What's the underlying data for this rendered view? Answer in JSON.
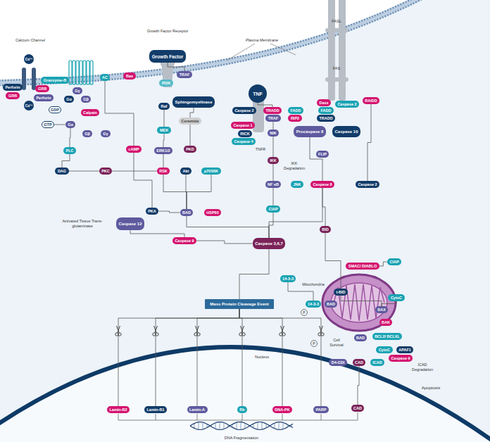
{
  "diagram": {
    "nodes": [
      {
        "text": [
          "Ca²⁺"
        ]
      },
      {
        "text": [
          "Ca²⁺"
        ]
      },
      {
        "text": [
          "Granzyme-B"
        ]
      },
      {
        "text": [
          "GRB"
        ]
      },
      {
        "text": [
          "Perforin"
        ]
      },
      {
        "text": [
          "GRB"
        ]
      },
      {
        "text": [
          "Perforin"
        ]
      },
      {
        "text": [
          "Gγ"
        ]
      },
      {
        "text": [
          "Gα"
        ]
      },
      {
        "text": [
          "Gβ"
        ]
      },
      {
        "text": [
          "GDP"
        ]
      },
      {
        "text": [
          "GTP"
        ]
      },
      {
        "text": [
          "Gα"
        ]
      },
      {
        "text": [
          "Gβ"
        ]
      },
      {
        "text": [
          "Gγ"
        ]
      },
      {
        "text": [
          "Calpain"
        ]
      },
      {
        "text": [
          "PLC"
        ]
      },
      {
        "text": [
          "DAG"
        ]
      },
      {
        "text": [
          "PKC"
        ]
      },
      {
        "text": [
          "AC"
        ]
      },
      {
        "text": [
          "Bax"
        ]
      },
      {
        "text": [
          "cAMP"
        ]
      },
      {
        "text": [
          "PKA"
        ]
      },
      {
        "text": [
          "Caspase 12"
        ]
      },
      {
        "text": [
          "Growth Factor"
        ]
      },
      {
        "text": [
          "TRAF"
        ]
      },
      {
        "text": [
          "PI3K"
        ]
      },
      {
        "text": [
          "Raf"
        ]
      },
      {
        "text": [
          "MEK"
        ]
      },
      {
        "text": [
          "ERK1/2"
        ]
      },
      {
        "text": [
          "RSK"
        ]
      },
      {
        "text": [
          "Akt"
        ]
      },
      {
        "text": [
          "Sphingomyelinase"
        ]
      },
      {
        "text": [
          "Ceramide"
        ]
      },
      {
        "text": [
          "PKD"
        ]
      },
      {
        "text": [
          "p70S6K"
        ]
      },
      {
        "text": [
          "BAD"
        ]
      },
      {
        "text": [
          "HSP60"
        ]
      },
      {
        "text": [
          "Caspase 9"
        ]
      },
      {
        "text": [
          "TNF"
        ]
      },
      {
        "text": [
          "Caspase 2"
        ]
      },
      {
        "text": [
          "TRADD"
        ]
      },
      {
        "text": [
          "FADD"
        ]
      },
      {
        "text": [
          "TRAF"
        ]
      },
      {
        "text": [
          "RIP2"
        ]
      },
      {
        "text": [
          "Caspase 1"
        ]
      },
      {
        "text": [
          "RICK"
        ]
      },
      {
        "text": [
          "Caspase 4"
        ]
      },
      {
        "text": [
          "NIK"
        ]
      },
      {
        "text": [
          "IKK"
        ]
      },
      {
        "text": [
          "NF κB"
        ]
      },
      {
        "text": [
          "CIAP"
        ]
      },
      {
        "text": [
          "Daxx"
        ]
      },
      {
        "text": [
          "FADD"
        ]
      },
      {
        "text": [
          "TRADD"
        ]
      },
      {
        "text": [
          "Caspase 2"
        ]
      },
      {
        "text": [
          "RAIDD"
        ]
      },
      {
        "text": [
          "Procaspase 8"
        ]
      },
      {
        "text": [
          "Caspase 10"
        ]
      },
      {
        "text": [
          "FLIP"
        ]
      },
      {
        "text": [
          "JNK"
        ]
      },
      {
        "text": [
          "Caspase 8"
        ]
      },
      {
        "text": [
          "Caspase 2"
        ]
      },
      {
        "text": [
          "BID"
        ]
      },
      {
        "text": [
          "Caspase 3,6,7"
        ]
      },
      {
        "text": [
          "14-3-3"
        ]
      },
      {
        "text": [
          "14-3-3"
        ]
      },
      {
        "text": [
          "BAD"
        ]
      },
      {
        "text": [
          "t-BID"
        ]
      },
      {
        "text": [
          "SMAC/ DIABLO"
        ]
      },
      {
        "text": [
          "CIAP"
        ]
      },
      {
        "text": [
          "CytoC"
        ]
      },
      {
        "text": [
          "BAX"
        ]
      },
      {
        "text": [
          "BAK"
        ]
      },
      {
        "text": [
          "BAD"
        ]
      },
      {
        "text": [
          "BCL2/ BCLXL"
        ]
      },
      {
        "text": [
          "CytoC"
        ]
      },
      {
        "text": [
          "APAF1"
        ]
      },
      {
        "text": [
          "Caspase 9"
        ]
      },
      {
        "text": [
          "Mass Protein Cleavage Event"
        ]
      },
      {
        "text": [
          "Lamin-B2"
        ]
      },
      {
        "text": [
          "Lamin-B1"
        ]
      },
      {
        "text": [
          "Lamin-A"
        ]
      },
      {
        "text": [
          "Rb"
        ]
      },
      {
        "text": [
          "DNA-PK"
        ]
      },
      {
        "text": [
          "PARP"
        ]
      },
      {
        "text": [
          "D4-GDI"
        ]
      },
      {
        "text": [
          "CAD"
        ]
      },
      {
        "text": [
          "ICAD"
        ]
      },
      {
        "text": [
          "CAD"
        ]
      }
    ],
    "edges": [
      {
        "from": 11,
        "to": 12,
        "arrow": "none"
      },
      {
        "from": 12,
        "to": 16,
        "arrow": "none"
      },
      {
        "from": 16,
        "to": 17,
        "arrow": "none"
      },
      {
        "from": 17,
        "to": 18,
        "arrow": "none"
      },
      {
        "from": 18,
        "to": 30,
        "arrow": "none"
      },
      {
        "from": 19,
        "to": 21,
        "arrow": "none"
      },
      {
        "from": 21,
        "to": 22,
        "arrow": "none"
      },
      {
        "from": 22,
        "to": 36,
        "arrow": "none"
      },
      {
        "from": 27,
        "to": 28,
        "arrow": "none"
      },
      {
        "from": 28,
        "to": 29,
        "arrow": "none"
      },
      {
        "from": 29,
        "to": 30,
        "arrow": "none"
      },
      {
        "from": 30,
        "to": 36,
        "arrow": "none"
      },
      {
        "from": 31,
        "to": 36,
        "arrow": "none"
      },
      {
        "from": 35,
        "to": 36,
        "arrow": "none"
      },
      {
        "from": 32,
        "to": 33,
        "arrow": "none"
      },
      {
        "from": 33,
        "to": 34,
        "arrow": "none"
      },
      {
        "from": 36,
        "to": 64,
        "arrow": "none"
      },
      {
        "from": 23,
        "to": 38,
        "arrow": "none"
      },
      {
        "from": 38,
        "to": 64,
        "arrow": "none"
      },
      {
        "from": 43,
        "to": 48,
        "arrow": "none"
      },
      {
        "from": 48,
        "to": 49,
        "arrow": "none"
      },
      {
        "from": 49,
        "to": 50,
        "arrow": "none"
      },
      {
        "from": 50,
        "to": 51,
        "arrow": "none"
      },
      {
        "from": 51,
        "to": 64,
        "arrow": "none"
      },
      {
        "from": 57,
        "to": 61,
        "arrow": "none"
      },
      {
        "from": 61,
        "to": 63,
        "arrow": "none"
      },
      {
        "from": 61,
        "to": 64,
        "arrow": "none"
      },
      {
        "from": 56,
        "to": 62,
        "arrow": "none"
      },
      {
        "from": 63,
        "to": 68,
        "arrow": "none"
      },
      {
        "from": 68,
        "to": 72,
        "arrow": "none"
      },
      {
        "from": 69,
        "to": 70,
        "arrow": "none"
      },
      {
        "from": 65,
        "to": 66,
        "arrow": "none"
      },
      {
        "from": 64,
        "to": 79,
        "arrow": "none"
      },
      {
        "from": 79,
        "to": 80,
        "arrow": "none"
      },
      {
        "from": 79,
        "to": 81,
        "arrow": "none"
      },
      {
        "from": 79,
        "to": 82,
        "arrow": "none"
      },
      {
        "from": 79,
        "to": 83,
        "arrow": "none"
      },
      {
        "from": 79,
        "to": 84,
        "arrow": "none"
      },
      {
        "from": 79,
        "to": 85,
        "arrow": "none"
      },
      {
        "from": 87,
        "to": 89,
        "arrow": "none"
      },
      {
        "from": 72,
        "to": 71,
        "arrow": "none"
      },
      {
        "from": 24,
        "to": 25,
        "arrow": "none"
      },
      {
        "from": 39,
        "to": 41,
        "arrow": "none"
      }
    ],
    "labels": [
      "Calcium Channel",
      "Growth Factor Receptor",
      "Plasma Membrane",
      "FASL",
      "FAS",
      "TNFR",
      "Activated Tissue Trans-glutaminase",
      "IKK Degradation",
      "Mitochondria",
      "Cell Survival",
      "ICAD Degradation",
      "Nucleus",
      "Apoptosis",
      "DNA Fragmentation",
      "P",
      "P"
    ]
  }
}
